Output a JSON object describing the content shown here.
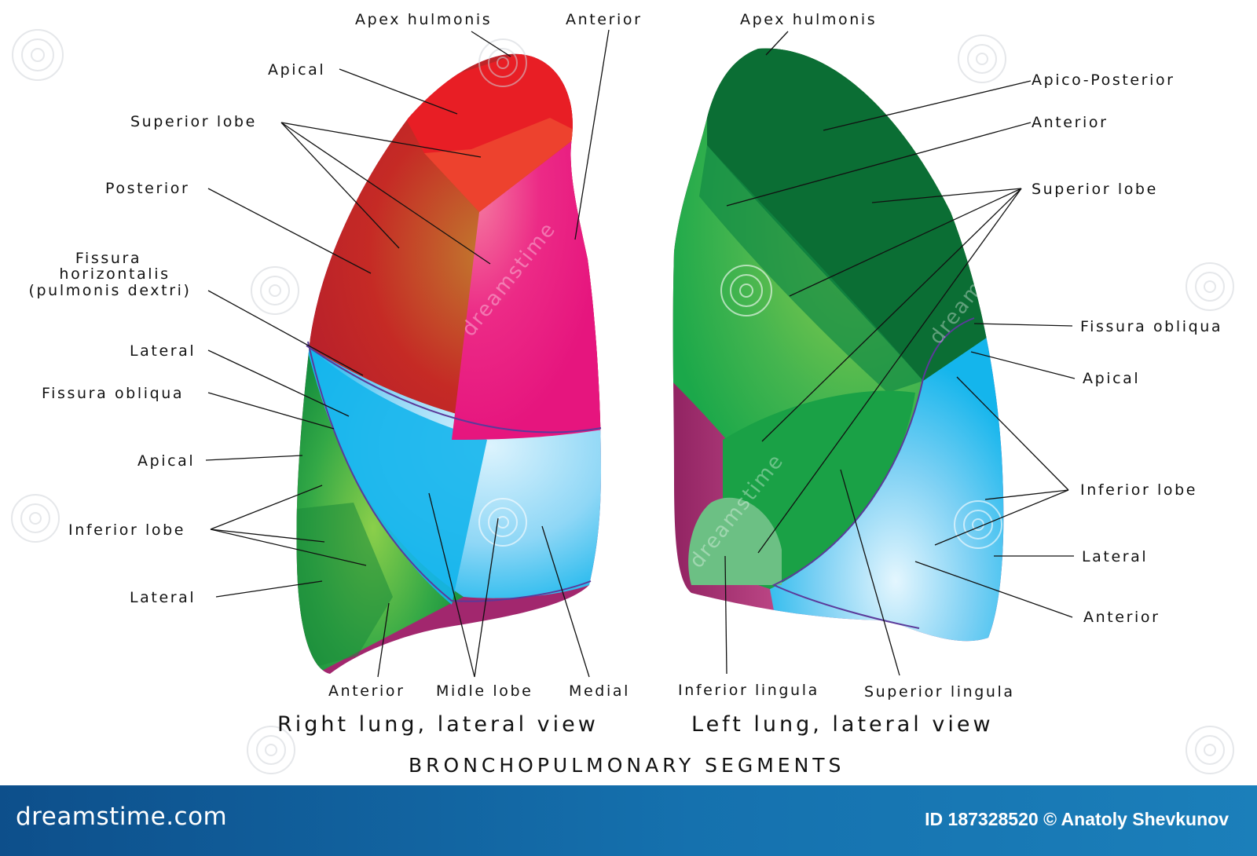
{
  "title": "BRONCHOPULMONARY SEGMENTS",
  "right_lung": {
    "caption": "Right lung, lateral view",
    "labels": {
      "apex": "Apex hulmonis",
      "anterior_top": "Anterior",
      "apical": "Apical",
      "superior_lobe": "Superior lobe",
      "posterior": "Posterior",
      "fissura_h_1": "Fissura",
      "fissura_h_2": "horizontalis",
      "fissura_h_3": "(pulmonis dextri)",
      "lateral_mid": "Lateral",
      "fissura_obliqua": "Fissura obliqua",
      "apical_lower": "Apical",
      "inferior_lobe": "Inferior lobe",
      "lateral_low": "Lateral",
      "anterior_bottom": "Anterior",
      "middle_lobe": "Midle lobe",
      "medial": "Medial"
    }
  },
  "left_lung": {
    "caption": "Left lung, lateral view",
    "labels": {
      "apex": "Apex hulmonis",
      "apico_posterior": "Apico-Posterior",
      "anterior_top": "Anterior",
      "superior_lobe": "Superior lobe",
      "fissura_obliqua": "Fissura obliqua",
      "apical": "Apical",
      "inferior_lobe": "Inferior lobe",
      "lateral": "Lateral",
      "anterior_low": "Anterior",
      "inferior_lingula": "Inferior lingula",
      "superior_lingula": "Superior lingula"
    }
  },
  "watermark": "dreamstime",
  "footer": {
    "brand": "dreamstime.com",
    "credit": "ID 187328520 © Anatoly Shevkunov"
  },
  "colors": {
    "red": "#e81e25",
    "magenta": "#e6157e",
    "green_dark": "#0b6e34",
    "green": "#1ba84a",
    "green_light": "#8bcf4a",
    "blue": "#14b5ec",
    "blue_light": "#b7e6fa",
    "purple": "#a2276e",
    "footer": "#1571ae"
  }
}
